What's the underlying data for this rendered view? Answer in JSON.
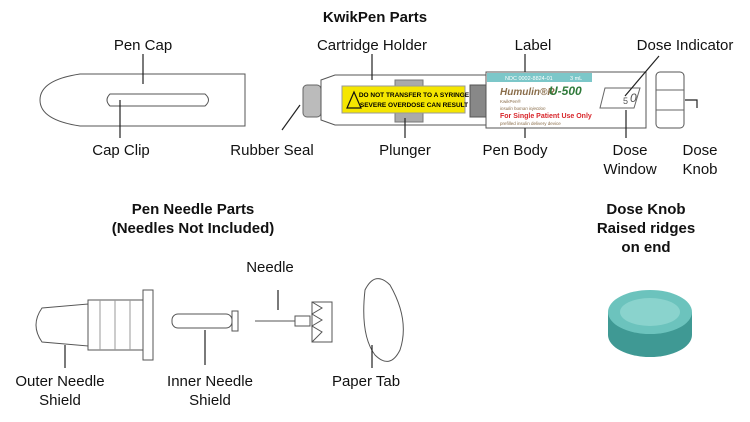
{
  "title": "KwikPen Parts",
  "pen_labels": {
    "pen_cap": "Pen Cap",
    "cap_clip": "Cap Clip",
    "cartridge_holder": "Cartridge Holder",
    "rubber_seal": "Rubber Seal",
    "plunger": "Plunger",
    "label": "Label",
    "pen_body": "Pen Body",
    "dose_indicator": "Dose Indicator",
    "dose_window": [
      "Dose",
      "Window"
    ],
    "dose_knob": [
      "Dose",
      "Knob"
    ]
  },
  "pen_print": {
    "warning": [
      "DO NOT TRANSFER TO A SYRINGE",
      "SEVERE OVERDOSE CAN RESULT"
    ],
    "ndc": "NDC 0002-8824-01",
    "volume": "3 mL",
    "brand": "Humulin®R",
    "strength": "U-500",
    "device": "KwikPen®",
    "description": "insulin human injection",
    "single_use": "For Single Patient Use Only",
    "prefilled": "prefilled insulin delivery device",
    "dose_digit": "5",
    "dose_digit2": "0"
  },
  "needle_section": {
    "title": [
      "Pen Needle Parts",
      "(Needles Not Included)"
    ],
    "needle": "Needle",
    "outer_shield": [
      "Outer Needle",
      "Shield"
    ],
    "inner_shield": [
      "Inner Needle",
      "Shield"
    ],
    "paper_tab": "Paper Tab"
  },
  "dose_knob_section": {
    "title": [
      "Dose Knob",
      "Raised ridges",
      "on end"
    ]
  },
  "colors": {
    "teal": "#5fb8b3",
    "warning_yellow": "#f5e600",
    "label_header": "#7cc7c9",
    "red": "#d8262b",
    "green": "#2f7a3a"
  }
}
